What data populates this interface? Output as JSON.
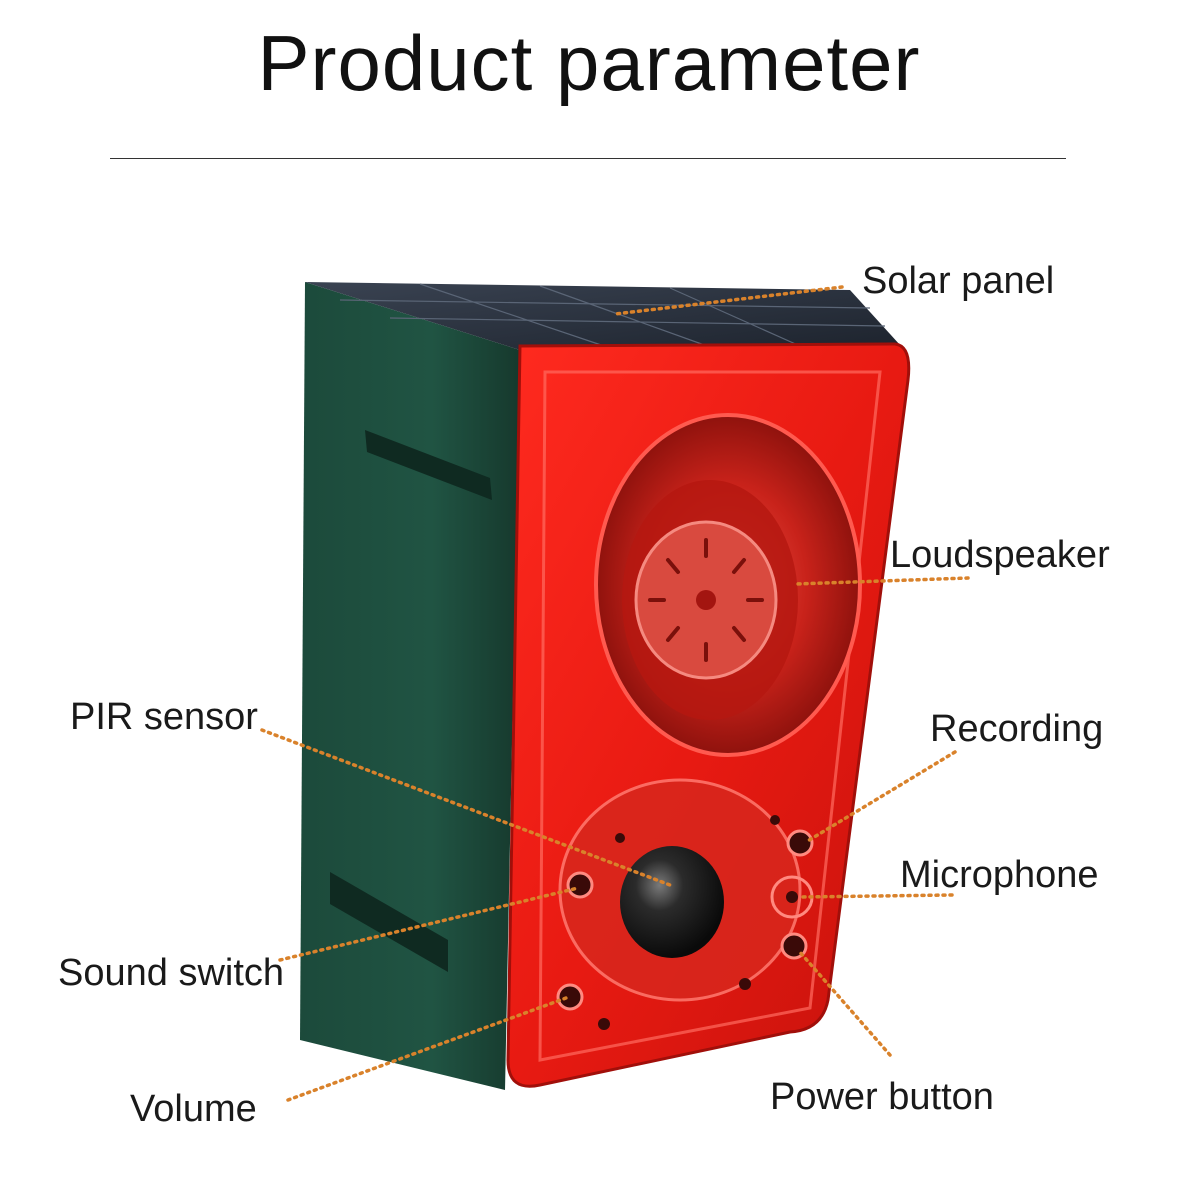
{
  "header": {
    "title": "Product parameter"
  },
  "callouts": {
    "solar_panel": "Solar panel",
    "loudspeaker": "Loudspeaker",
    "pir_sensor": "PIR sensor",
    "recording": "Recording",
    "microphone": "Microphone",
    "sound_switch": "Sound switch",
    "volume": "Volume",
    "power_button": "Power button"
  },
  "colors": {
    "leader_line": "#d9822b",
    "housing_green": "#1f4d3d",
    "cover_red": "#e21c14",
    "solar_dark": "#2c3340"
  }
}
